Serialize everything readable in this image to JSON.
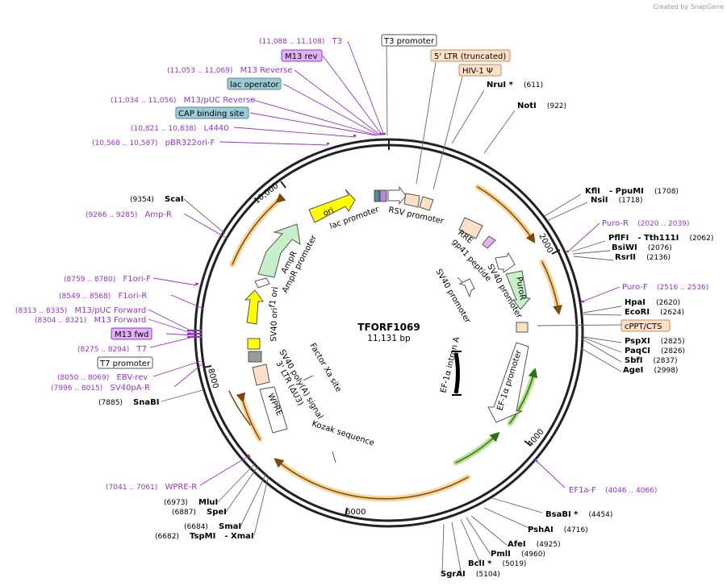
{
  "watermark": "Created by SnapGene",
  "plasmid": {
    "name": "TFORF1069",
    "size": "11,131 bp"
  },
  "ruler_ticks": [
    "2000",
    "4000",
    "6000",
    "8000",
    "10,000"
  ],
  "boxed_features": [
    {
      "id": "t3-promoter",
      "text": "T3 promoter",
      "fill": "#ffffff",
      "stroke": "#555555"
    },
    {
      "id": "ltr5",
      "text": "5' LTR (truncated)",
      "fill": "#fde0c8",
      "stroke": "#c8885a"
    },
    {
      "id": "hiv",
      "text": "HIV-1 Ψ",
      "fill": "#fde0c8",
      "stroke": "#c8885a"
    },
    {
      "id": "m13rev",
      "text": "M13 rev",
      "fill": "#e1b3f5",
      "stroke": "#9933cc"
    },
    {
      "id": "lacop",
      "text": "lac operator",
      "fill": "#9ccbd6",
      "stroke": "#5a8a95"
    },
    {
      "id": "cap",
      "text": "CAP binding site",
      "fill": "#9ccbd6",
      "stroke": "#5a8a95"
    },
    {
      "id": "cppt",
      "text": "cPPT/CTS",
      "fill": "#fde0c8",
      "stroke": "#c8885a"
    },
    {
      "id": "m13fwd",
      "text": "M13 fwd",
      "fill": "#e1b3f5",
      "stroke": "#9933cc"
    },
    {
      "id": "t7prom",
      "text": "T7 promoter",
      "fill": "#ffffff",
      "stroke": "#555555"
    }
  ],
  "primers": [
    {
      "id": "t3",
      "name": "T3",
      "range": "(11,088 .. 11,108)"
    },
    {
      "id": "m13reverse",
      "name": "M13 Reverse",
      "range": "(11,053 .. 11,069)"
    },
    {
      "id": "m13puc-rev",
      "name": "M13/pUC Reverse",
      "range": "(11,034 .. 11,056)"
    },
    {
      "id": "l4440",
      "name": "L4440",
      "range": "(10,821 .. 10,838)"
    },
    {
      "id": "pbr322",
      "name": "pBR322ori-F",
      "range": "(10,568 .. 10,587)"
    },
    {
      "id": "ampr",
      "name": "Amp-R",
      "range": "(9266 .. 9285)"
    },
    {
      "id": "f1ori-f",
      "name": "F1ori-F",
      "range": "(8759 .. 8780)"
    },
    {
      "id": "f1ori-r",
      "name": "F1ori-R",
      "range": "(8549 .. 8568)"
    },
    {
      "id": "m13puc-fwd",
      "name": "M13/pUC Forward",
      "range": "(8313 .. 8335)"
    },
    {
      "id": "m13forward",
      "name": "M13 Forward",
      "range": "(8304 .. 8321)"
    },
    {
      "id": "t7",
      "name": "T7",
      "range": "(8275 .. 8294)"
    },
    {
      "id": "ebv",
      "name": "EBV-rev",
      "range": "(8050 .. 8069)"
    },
    {
      "id": "sv40pa",
      "name": "SV40pA-R",
      "range": "(7996 .. 8015)"
    },
    {
      "id": "wpre-r",
      "name": "WPRE-R",
      "range": "(7041 .. 7061)"
    },
    {
      "id": "puro-r",
      "name": "Puro-R",
      "range": "(2020 .. 2039)"
    },
    {
      "id": "puro-f",
      "name": "Puro-F",
      "range": "(2516 .. 2536)"
    },
    {
      "id": "ef1a-f",
      "name": "EF1a-F",
      "range": "(4046 .. 4066)"
    }
  ],
  "enzymes": [
    {
      "id": "nrui",
      "name": "NruI *",
      "pos": "(611)"
    },
    {
      "id": "noti",
      "name": "NotI",
      "pos": "(922)"
    },
    {
      "id": "kfli",
      "name": "KflI",
      "extra": "- PpuMI",
      "pos": "(1708)"
    },
    {
      "id": "nsii",
      "name": "NsiI",
      "pos": "(1718)"
    },
    {
      "id": "pflfi",
      "name": "PflFI",
      "extra": "- Tth111I",
      "pos": "(2062)"
    },
    {
      "id": "bsiwi",
      "name": "BsiWI",
      "pos": "(2076)"
    },
    {
      "id": "rsrii",
      "name": "RsrII",
      "pos": "(2136)"
    },
    {
      "id": "hpai",
      "name": "HpaI",
      "pos": "(2620)"
    },
    {
      "id": "ecori",
      "name": "EcoRI",
      "pos": "(2624)"
    },
    {
      "id": "pspxi",
      "name": "PspXI",
      "pos": "(2825)"
    },
    {
      "id": "paqci",
      "name": "PaqCI",
      "pos": "(2826)"
    },
    {
      "id": "sbfi",
      "name": "SbfI",
      "pos": "(2837)"
    },
    {
      "id": "agei",
      "name": "AgeI",
      "pos": "(2998)"
    },
    {
      "id": "bsabi",
      "name": "BsaBI *",
      "pos": "(4454)"
    },
    {
      "id": "pshai",
      "name": "PshAI",
      "pos": "(4716)"
    },
    {
      "id": "afei",
      "name": "AfeI",
      "pos": "(4925)"
    },
    {
      "id": "pmli",
      "name": "PmlI",
      "pos": "(4960)"
    },
    {
      "id": "bcli",
      "name": "BclI *",
      "pos": "(5019)"
    },
    {
      "id": "sgrai",
      "name": "SgrAI",
      "pos": "(5104)"
    },
    {
      "id": "scai",
      "name": "ScaI",
      "pos": "(9354)"
    },
    {
      "id": "snabi",
      "name": "SnaBI",
      "pos": "(7885)"
    },
    {
      "id": "mlui",
      "name": "MluI",
      "pos": "(6973)"
    },
    {
      "id": "spei",
      "name": "SpeI",
      "pos": "(6887)"
    },
    {
      "id": "smai",
      "name": "SmaI",
      "pos": "(6684)"
    },
    {
      "id": "tspmi",
      "name": "TspMI",
      "extra": "- XmaI",
      "pos": "(6682)"
    }
  ],
  "inner_labels": {
    "ori": "ori",
    "lac_promoter": "lac promoter",
    "rsv_promoter": "RSV promoter",
    "rre": "RRE",
    "gp41": "gp41 peptide",
    "sv40_promoter_a": "SV40 promoter",
    "puror": "PuroR",
    "sv40_promoter_b": "SV40 promoter",
    "ampr": "AmpR",
    "ampr_promoter": "AmpR promoter",
    "f1ori": "f1 ori",
    "sv40ori": "SV40 ori",
    "factor_xa": "Factor Xa site",
    "sv40_polya": "SV40 poly(A) signal",
    "ltr3": "3' LTR (ΔU3)",
    "wpre": "WPRE",
    "kozak": "Kozak sequence",
    "ef1a_promoter": "EF-1α promoter",
    "ef1a_intron": "EF-1α intron A"
  },
  "colors": {
    "primer": "#9933cc",
    "orf_orange": "#f2b84b",
    "orf_green": "#b7e08a",
    "yellow_feature": "#ffff00",
    "amp_green": "#c8f0c8"
  }
}
